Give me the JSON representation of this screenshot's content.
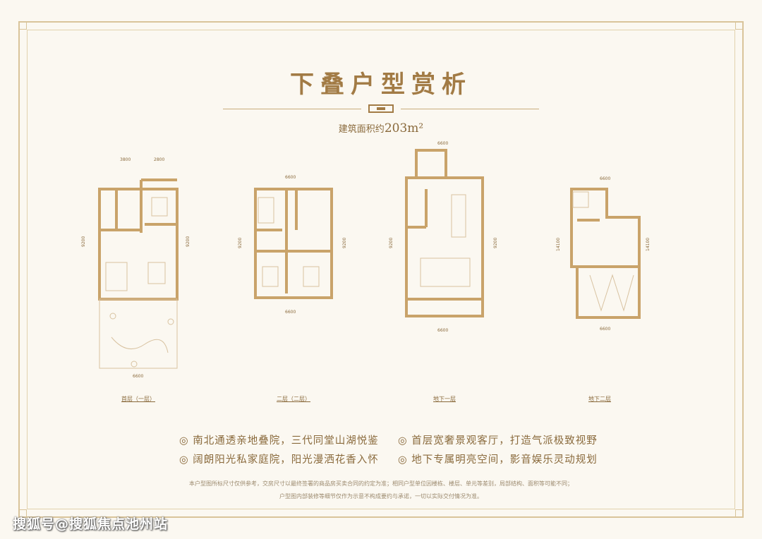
{
  "title": "下叠户型赏析",
  "subtitle_prefix": "建筑面积约",
  "subtitle_area": "203m²",
  "floors": [
    {
      "label": "首层（一层）",
      "dims_top": [
        "3800",
        "2800"
      ],
      "dim_bottom": "6600",
      "dim_side": "9200"
    },
    {
      "label": "二层（二层）",
      "dim_top": "6600",
      "dim_bottom": "6600",
      "dim_side": "9200"
    },
    {
      "label": "地下一层",
      "dim_top": "6600",
      "dim_bottom": "6600",
      "dim_side": "9200"
    },
    {
      "label": "地下二层",
      "dim_top": "6600",
      "dim_bottom": "6600",
      "dim_side": "14100"
    }
  ],
  "features": [
    "◎ 南北通透亲地叠院，三代同堂山湖悦鉴",
    "◎ 首层宽奢景观客厅，打造气派极致视野",
    "◎ 阔朗阳光私家庭院，阳光漫洒花香入怀",
    "◎ 地下专属明亮空间，影音娱乐灵动规划"
  ],
  "disclaimer": [
    "本户型图所标尺寸仅供参考，交房尺寸以最终签署的商品房买卖合同的约定为准；相同户型单位因楼栋、楼层、单元等差别，局部结构、面积等可能不同；",
    "户型图内部装修等细节仅作为示意不构成要约与承诺，一切以实际交付情况为准。"
  ],
  "watermark": "搜狐号@搜狐焦点池州站",
  "colors": {
    "gold": "#a27b45",
    "line": "#c9ad7c",
    "bg": "#fbf8f1"
  }
}
